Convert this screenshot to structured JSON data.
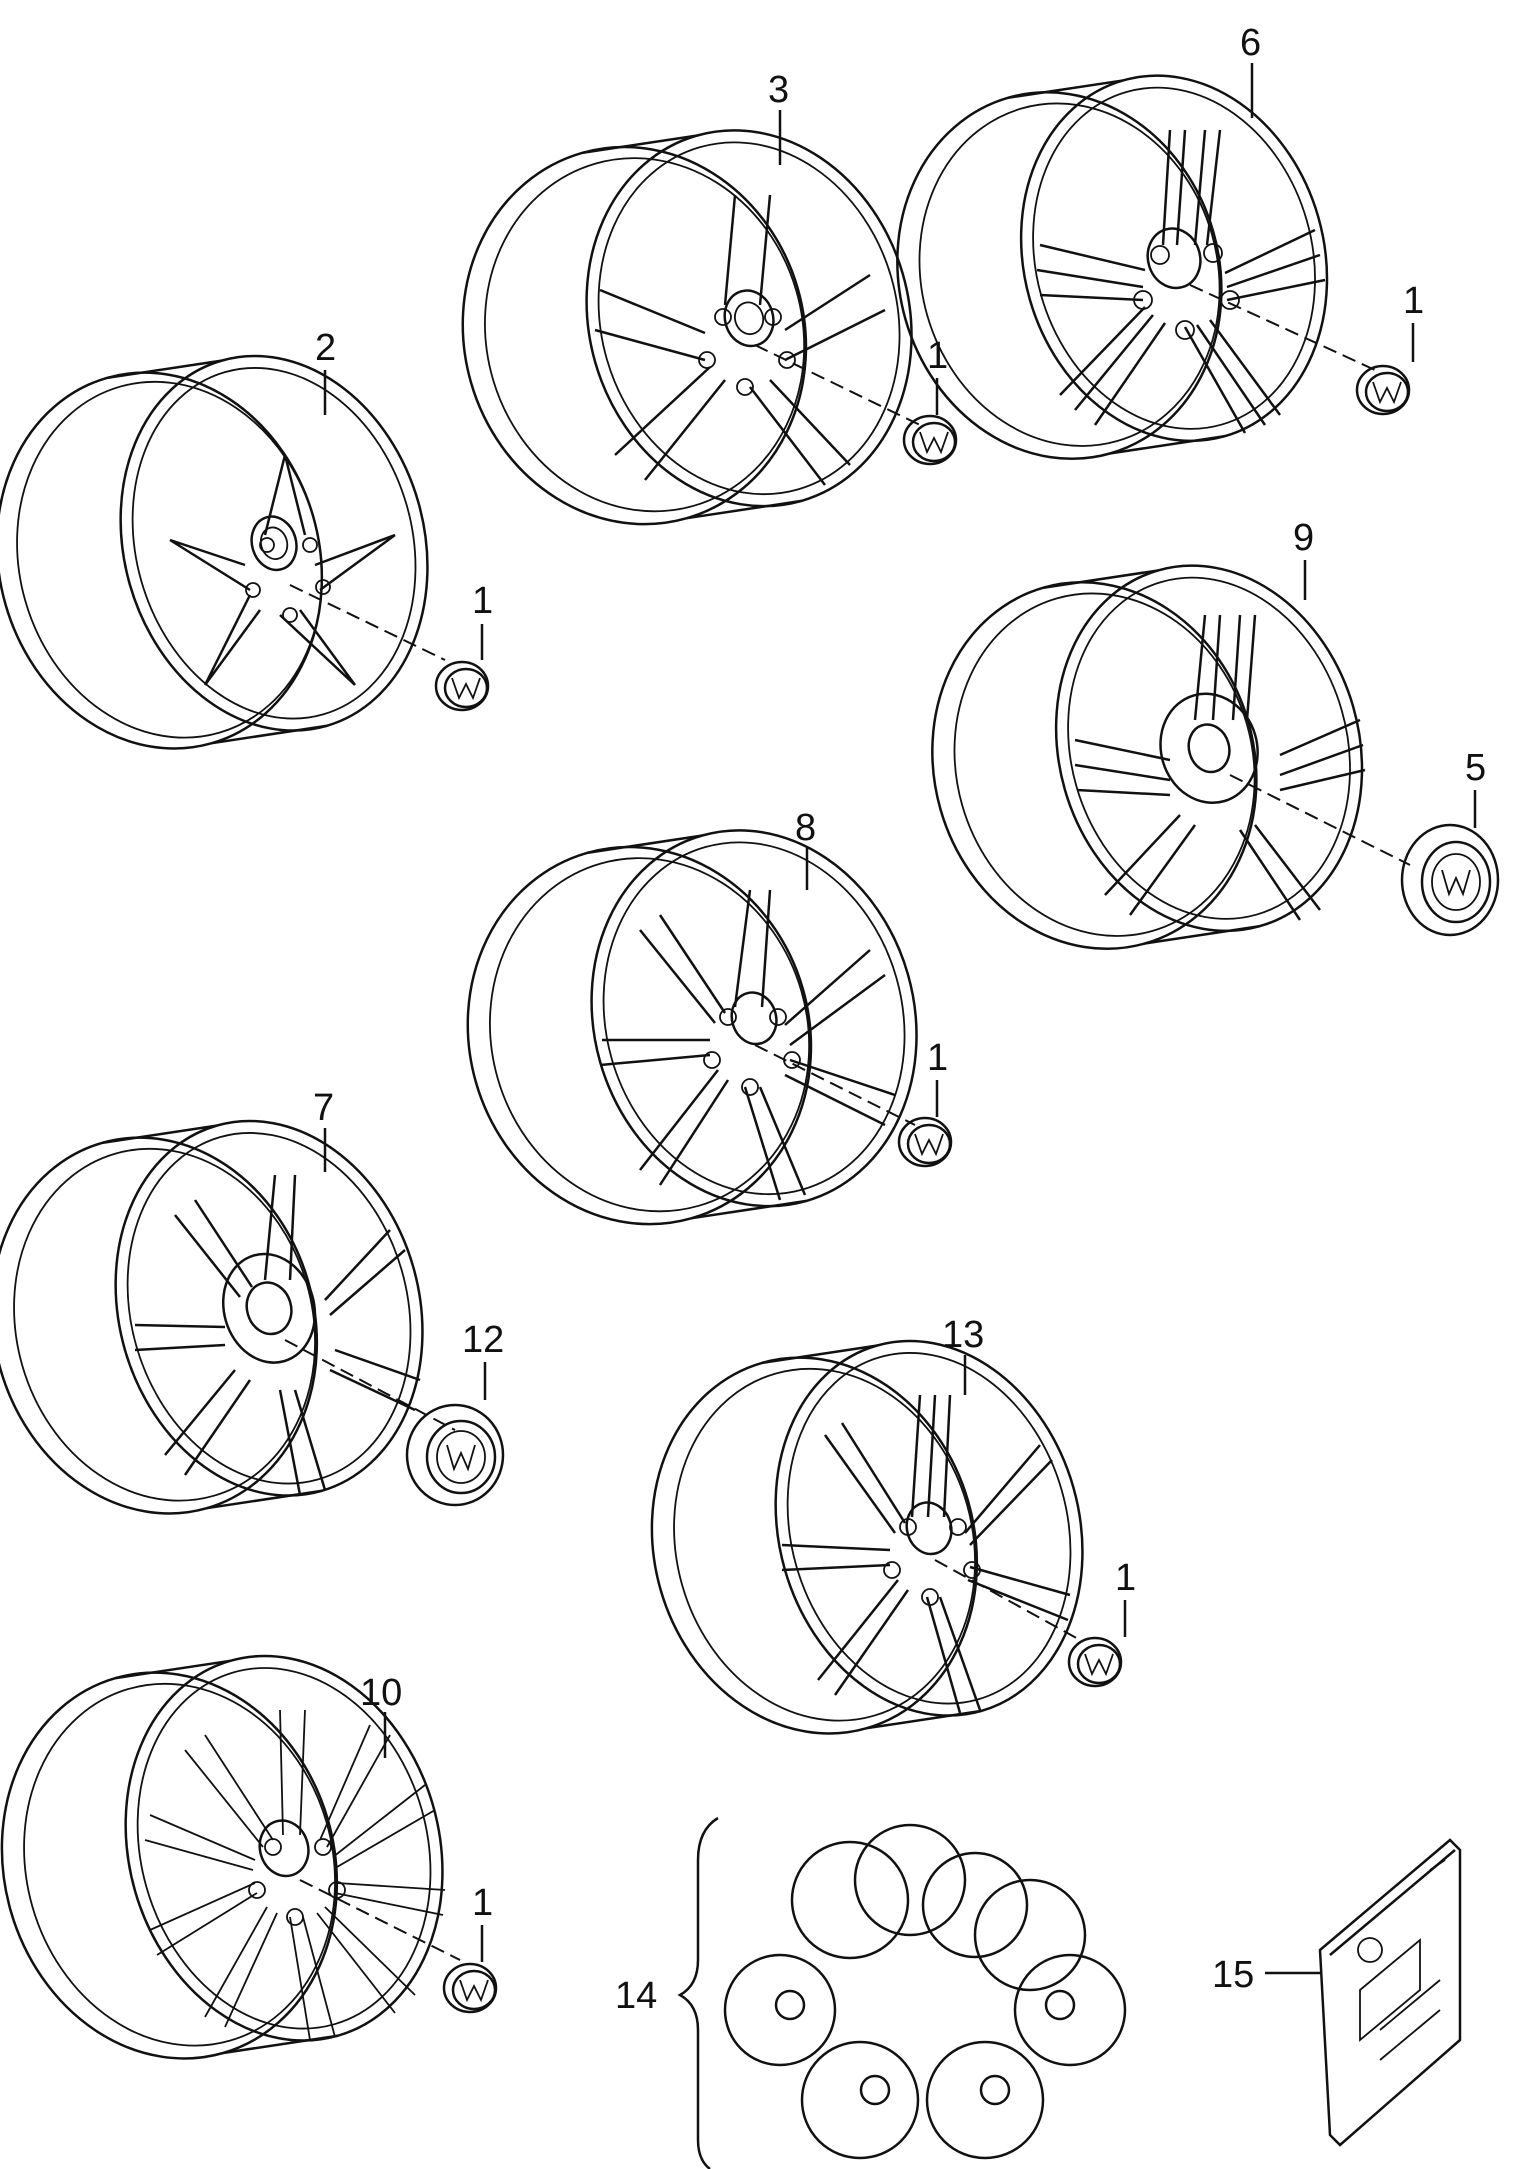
{
  "wheels": [
    {
      "ref": "2",
      "spokes": 5,
      "style": "cutout",
      "cap": "1"
    },
    {
      "ref": "3",
      "spokes": 5,
      "style": "cutout",
      "cap": "1"
    },
    {
      "ref": "6",
      "spokes": 5,
      "style": "double",
      "cap": "1"
    },
    {
      "ref": "9",
      "spokes": 5,
      "style": "double",
      "cap": "5"
    },
    {
      "ref": "8",
      "spokes": 7,
      "style": "cutout",
      "cap": "1"
    },
    {
      "ref": "7",
      "spokes": 7,
      "style": "cutout",
      "cap": "12"
    },
    {
      "ref": "13",
      "spokes": 7,
      "style": "double",
      "cap": "1"
    },
    {
      "ref": "10",
      "spokes": 10,
      "style": "multi",
      "cap": "1"
    }
  ],
  "caps": [
    {
      "ref": "1",
      "type": "small-vw-cap"
    },
    {
      "ref": "5",
      "type": "large-vw-cap"
    },
    {
      "ref": "12",
      "type": "large-vw-cap"
    }
  ],
  "kit": {
    "ref": "14",
    "contents": "retaining rings and discs"
  },
  "package": {
    "ref": "15"
  },
  "callouts": {
    "c1": "1",
    "c2": "2",
    "c3": "3",
    "c5": "5",
    "c6": "6",
    "c7": "7",
    "c8": "8",
    "c9": "9",
    "c10": "10",
    "c12": "12",
    "c13": "13",
    "c14": "14",
    "c15": "15"
  }
}
